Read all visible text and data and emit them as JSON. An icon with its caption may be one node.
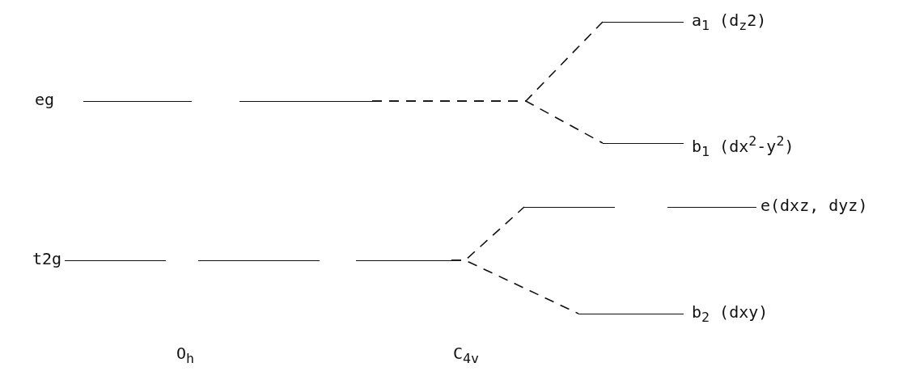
{
  "diagram": {
    "nodes": [
      {
        "text": [
          "eg"
        ]
      },
      {
        "text": [
          "a$_{1}$ (d$_{z}$2)"
        ]
      },
      {
        "text": [
          "b$_{1}$ (dx$^{2}$-y$^{2}$)"
        ]
      },
      {
        "text": [
          "t2g"
        ]
      },
      {
        "text": [
          "e(dxz, dyz)"
        ]
      },
      {
        "text": [
          "b$_{2}$ (dxy)"
        ]
      }
    ],
    "edges": [
      {
        "from": 0,
        "to": 1,
        "arrow": "none",
        "style": "dashed"
      },
      {
        "from": 0,
        "to": 2,
        "arrow": "none",
        "style": "dashed"
      },
      {
        "from": 3,
        "to": 4,
        "arrow": "none",
        "style": "dashed"
      },
      {
        "from": 3,
        "to": 5,
        "arrow": "none",
        "style": "dashed"
      }
    ],
    "labels": [
      "O$_{h}$",
      "C$_{4v}$"
    ]
  }
}
